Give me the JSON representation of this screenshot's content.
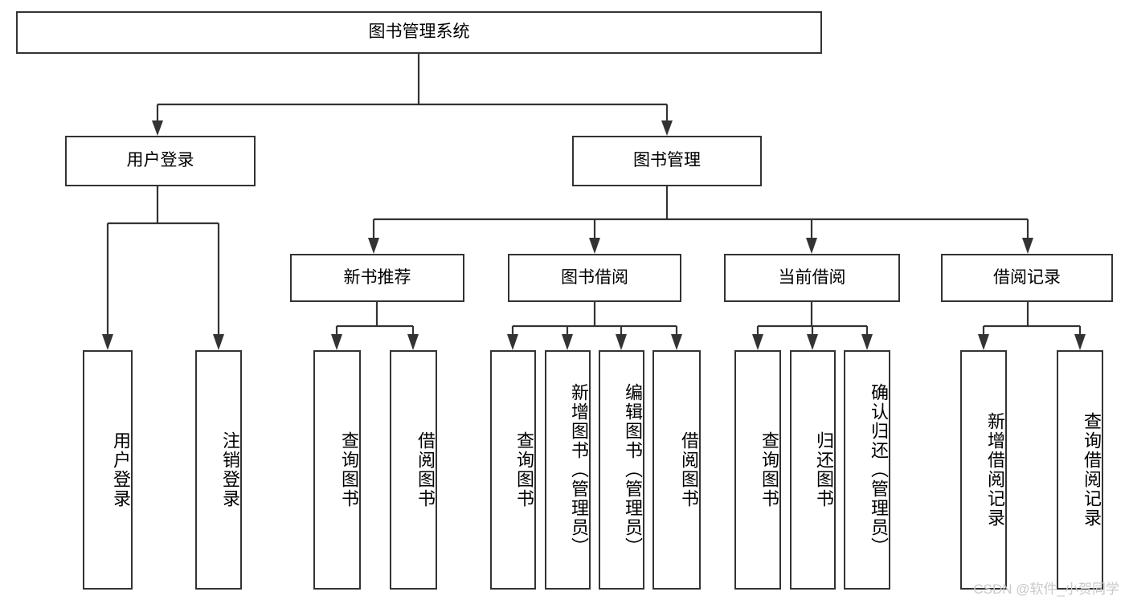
{
  "diagram": {
    "type": "tree-hierarchy",
    "title": "图书管理系统",
    "orientation": "top-down",
    "colors": {
      "node_border": "#333333",
      "node_fill": "#ffffff",
      "connector": "#333333",
      "text": "#000000",
      "watermark": "#c9c9c9"
    },
    "levels": 4
  },
  "root": {
    "label": "图书管理系统"
  },
  "level2": [
    {
      "label": "用户登录"
    },
    {
      "label": "图书管理"
    }
  ],
  "level3": [
    {
      "label": "新书推荐"
    },
    {
      "label": "图书借阅"
    },
    {
      "label": "当前借阅"
    },
    {
      "label": "借阅记录"
    }
  ],
  "leaves": {
    "user_login": [
      {
        "label": "用户登录"
      },
      {
        "label": "注销登录"
      }
    ],
    "new_book_recommend": [
      {
        "label": "查询图书"
      },
      {
        "label": "借阅图书"
      }
    ],
    "book_borrow": [
      {
        "label": "查询图书"
      },
      {
        "label": "新增图书（管理员）"
      },
      {
        "label": "编辑图书（管理员）"
      },
      {
        "label": "借阅图书"
      }
    ],
    "current_borrow": [
      {
        "label": "查询图书"
      },
      {
        "label": "归还图书"
      },
      {
        "label": "确认归还（管理员）"
      }
    ],
    "borrow_record": [
      {
        "label": "新增借阅记录"
      },
      {
        "label": "查询借阅记录"
      }
    ]
  },
  "watermark": {
    "text": "CSDN @软件_小贺同学"
  }
}
